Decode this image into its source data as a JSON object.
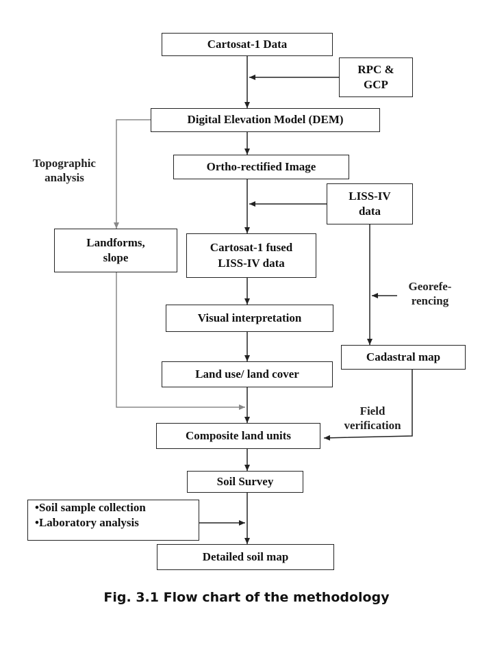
{
  "nodes": {
    "cartosat": "Cartosat-1 Data",
    "rpc_line1": "RPC &",
    "rpc_line2": "GCP",
    "dem": "Digital Elevation Model (DEM)",
    "ortho": "Ortho-rectified  Image",
    "liss_line1": "LISS-IV",
    "liss_line2": "data",
    "landforms_line1": "Landforms,",
    "landforms_line2": "slope",
    "fused_line1": "Cartosat-1 fused",
    "fused_line2": "LISS-IV data",
    "visual": "Visual  interpretation",
    "landuse": "Land use/ land cover",
    "cadastral": "Cadastral map",
    "composite": "Composite land units",
    "soil_survey": "Soil Survey",
    "soil_sample": "•Soil sample collection",
    "lab_analysis": "•Laboratory analysis",
    "detailed": "Detailed soil map"
  },
  "labels": {
    "topo_line1": "Topographic",
    "topo_line2": "analysis",
    "georef_line1": "Georefe-",
    "georef_line2": "rencing",
    "field_line1": "Field",
    "field_line2": "verification"
  },
  "caption": "Fig. 3.1 Flow chart of the methodology",
  "colors": {
    "line": "#222222",
    "topo_line": "#888888"
  }
}
